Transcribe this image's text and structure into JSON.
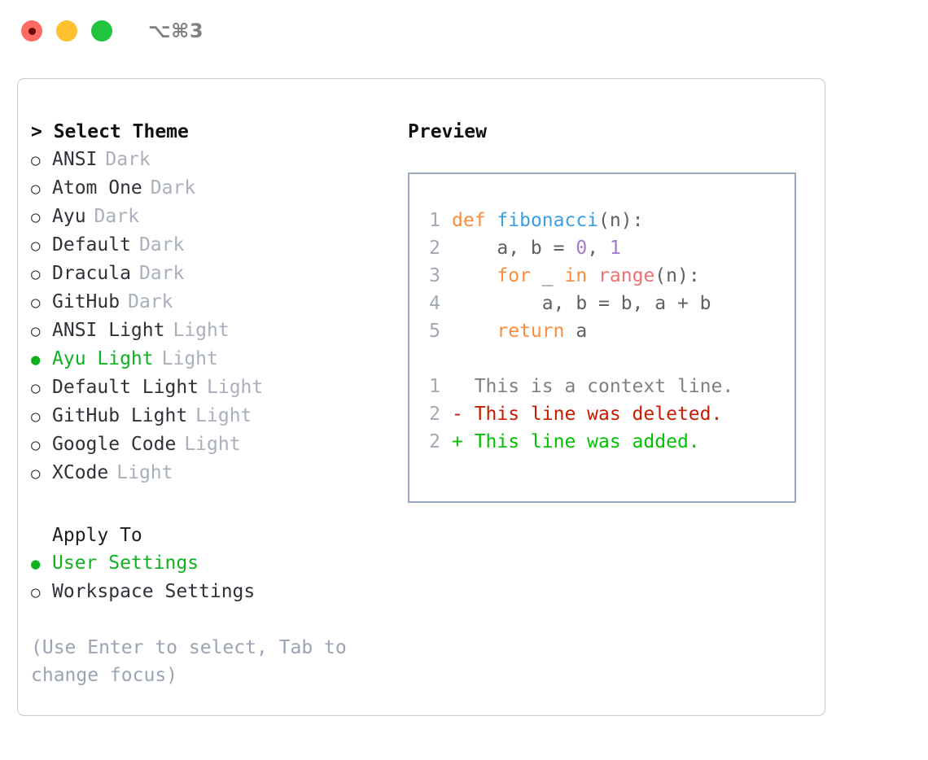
{
  "titlebar": {
    "shortcut": "⌥⌘3",
    "buttons": [
      {
        "name": "close",
        "color": "#ff6b63"
      },
      {
        "name": "minimize",
        "color": "#ffc12f"
      },
      {
        "name": "maximize",
        "color": "#22c33f"
      }
    ]
  },
  "theme_list": {
    "header": "> Select Theme",
    "items": [
      {
        "marker": "○",
        "name": "ANSI",
        "kind": "Dark",
        "selected": false
      },
      {
        "marker": "○",
        "name": "Atom One",
        "kind": "Dark",
        "selected": false
      },
      {
        "marker": "○",
        "name": "Ayu",
        "kind": "Dark",
        "selected": false
      },
      {
        "marker": "○",
        "name": "Default",
        "kind": "Dark",
        "selected": false
      },
      {
        "marker": "○",
        "name": "Dracula",
        "kind": "Dark",
        "selected": false
      },
      {
        "marker": "○",
        "name": "GitHub",
        "kind": "Dark",
        "selected": false
      },
      {
        "marker": "○",
        "name": "ANSI Light",
        "kind": "Light",
        "selected": false
      },
      {
        "marker": "●",
        "name": "Ayu Light",
        "kind": "Light",
        "selected": true
      },
      {
        "marker": "○",
        "name": "Default Light",
        "kind": "Light",
        "selected": false
      },
      {
        "marker": "○",
        "name": "GitHub Light",
        "kind": "Light",
        "selected": false
      },
      {
        "marker": "○",
        "name": "Google Code",
        "kind": "Light",
        "selected": false
      },
      {
        "marker": "○",
        "name": "XCode",
        "kind": "Light",
        "selected": false
      }
    ]
  },
  "apply_to": {
    "header": "Apply To",
    "items": [
      {
        "marker": "●",
        "name": "User Settings",
        "selected": true
      },
      {
        "marker": "○",
        "name": "Workspace Settings",
        "selected": false
      }
    ]
  },
  "hint": "(Use Enter to select, Tab to change focus)",
  "preview": {
    "header": "Preview",
    "code_lines": [
      {
        "num": "1",
        "tokens": [
          {
            "t": "def",
            "c": "kw"
          },
          {
            "t": " ",
            "c": "txt"
          },
          {
            "t": "fibonacci",
            "c": "fn"
          },
          {
            "t": "(n):",
            "c": "txt"
          }
        ]
      },
      {
        "num": "2",
        "tokens": [
          {
            "t": "    a, b = ",
            "c": "txt"
          },
          {
            "t": "0",
            "c": "num"
          },
          {
            "t": ", ",
            "c": "txt"
          },
          {
            "t": "1",
            "c": "num"
          }
        ]
      },
      {
        "num": "3",
        "tokens": [
          {
            "t": "    ",
            "c": "txt"
          },
          {
            "t": "for",
            "c": "kw"
          },
          {
            "t": " _ ",
            "c": "txt"
          },
          {
            "t": "in",
            "c": "kw"
          },
          {
            "t": " ",
            "c": "txt"
          },
          {
            "t": "range",
            "c": "call"
          },
          {
            "t": "(n):",
            "c": "txt"
          }
        ]
      },
      {
        "num": "4",
        "tokens": [
          {
            "t": "        a, b = b, a + b",
            "c": "txt"
          }
        ]
      },
      {
        "num": "5",
        "tokens": [
          {
            "t": "    ",
            "c": "txt"
          },
          {
            "t": "return",
            "c": "kw"
          },
          {
            "t": " a",
            "c": "txt"
          }
        ]
      }
    ],
    "diff_lines": [
      {
        "num": "1",
        "tokens": [
          {
            "t": "  This is a context line.",
            "c": "ctx"
          }
        ]
      },
      {
        "num": "2",
        "tokens": [
          {
            "t": "- This line was deleted.",
            "c": "del"
          }
        ]
      },
      {
        "num": "2",
        "tokens": [
          {
            "t": "+ This line was added.",
            "c": "add"
          }
        ]
      }
    ]
  }
}
